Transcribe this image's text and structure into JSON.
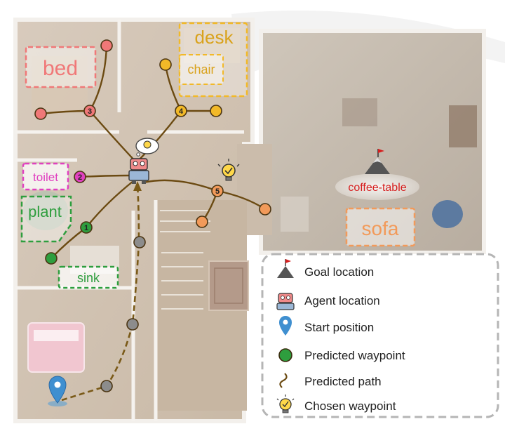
{
  "rooms": {
    "bed": "bed",
    "desk": "desk",
    "chair": "chair",
    "toilet": "toilet",
    "plant": "plant",
    "sink": "sink",
    "sofa": "sofa",
    "coffee_table": "coffee-table"
  },
  "waypoints": {
    "w1": "1",
    "w2": "2",
    "w3": "3",
    "w4": "4",
    "w5": "5"
  },
  "legend": {
    "goal": "Goal location",
    "agent": "Agent location",
    "start": "Start position",
    "waypoint": "Predicted waypoint",
    "path": "Predicted path",
    "chosen": "Chosen waypoint"
  },
  "colors": {
    "bed": "#f07878",
    "desk": "#f2b928",
    "toilet": "#e040c0",
    "plant": "#2e9e3e",
    "sofa": "#f29a5a",
    "path": "#6b4a12",
    "start_path": "#7a5a18",
    "gray_wp": "#8c8c8c",
    "coffee_table": "#d61e1e"
  }
}
